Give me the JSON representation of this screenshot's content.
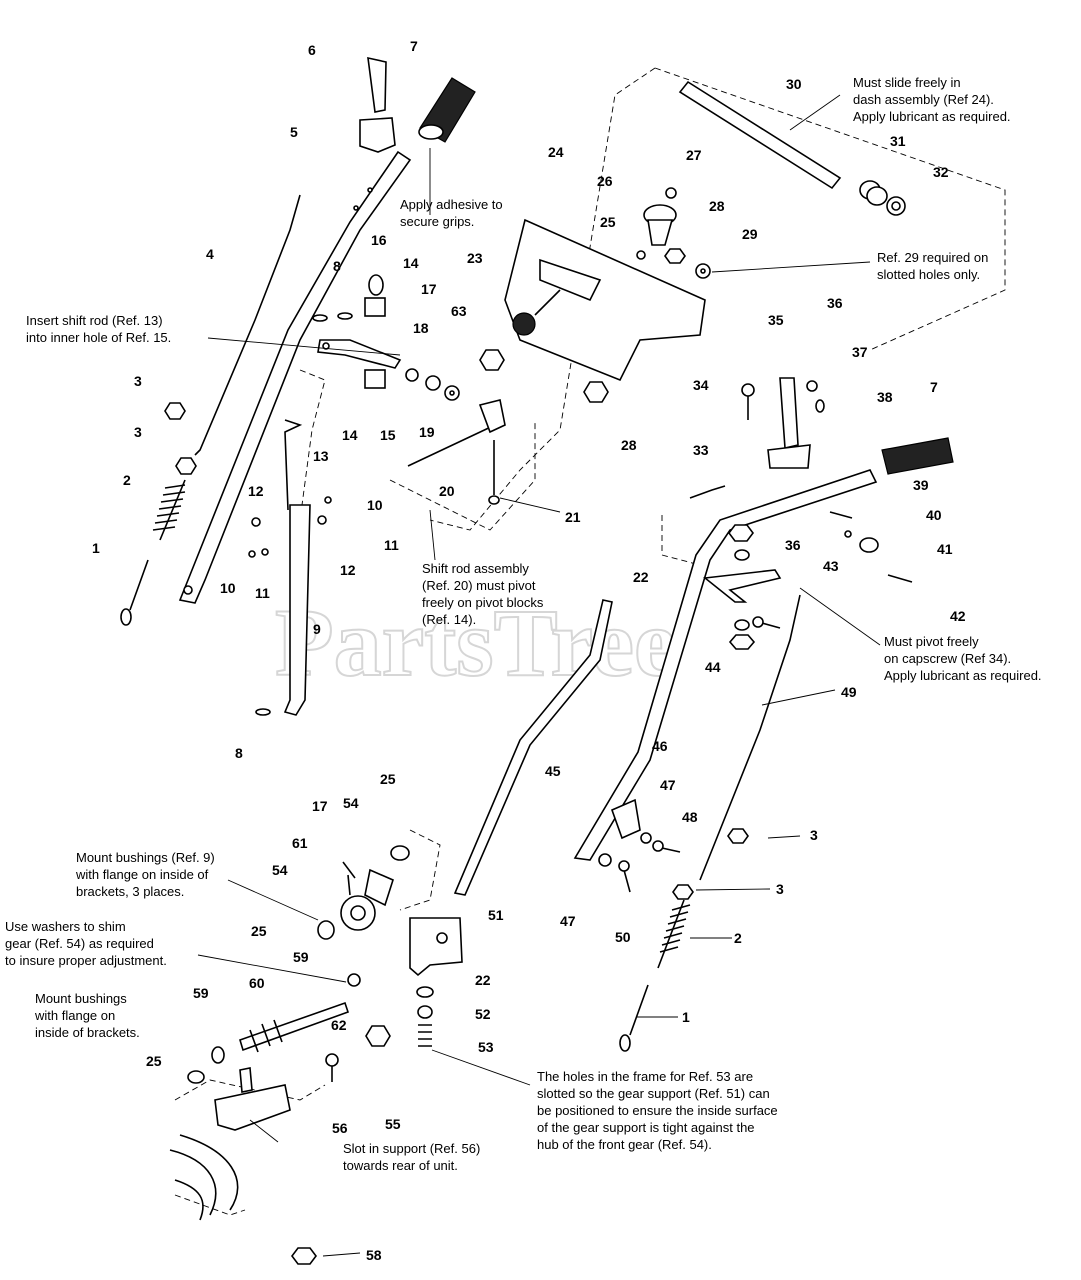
{
  "watermark": "PartsTree",
  "part_numbers": {
    "p1": "1",
    "p2": "2",
    "p3": "3",
    "p4": "4",
    "p5": "5",
    "p6": "6",
    "p7": "7",
    "p8": "8",
    "p9": "9",
    "p10": "10",
    "p11": "11",
    "p12": "12",
    "p13": "13",
    "p14": "14",
    "p15": "15",
    "p16": "16",
    "p17": "17",
    "p18": "18",
    "p19": "19",
    "p20": "20",
    "p21": "21",
    "p22": "22",
    "p23": "23",
    "p24": "24",
    "p25": "25",
    "p26": "26",
    "p27": "27",
    "p28": "28",
    "p29": "29",
    "p30": "30",
    "p31": "31",
    "p32": "32",
    "p33": "33",
    "p34": "34",
    "p35": "35",
    "p36": "36",
    "p37": "37",
    "p38": "38",
    "p39": "39",
    "p40": "40",
    "p41": "41",
    "p42": "42",
    "p43": "43",
    "p44": "44",
    "p45": "45",
    "p46": "46",
    "p47": "47",
    "p48": "48",
    "p49": "49",
    "p50": "50",
    "p51": "51",
    "p52": "52",
    "p53": "53",
    "p54": "54",
    "p55": "55",
    "p56": "56",
    "p58": "58",
    "p59": "59",
    "p60": "60",
    "p61": "61",
    "p62": "62",
    "p63": "63"
  },
  "notes": {
    "adhesive": [
      "Apply adhesive to",
      "secure grips."
    ],
    "shift_insert": [
      "Insert shift rod (Ref. 13)",
      "into inner hole of Ref. 15."
    ],
    "slide_dash": [
      "Must slide freely in",
      "dash assembly (Ref 24).",
      "Apply lubricant as required."
    ],
    "ref29": [
      "Ref. 29 required on",
      "slotted holes only."
    ],
    "pivot_capscrew": [
      "Must pivot freely",
      "on capscrew (Ref 34).",
      "Apply lubricant as required."
    ],
    "shift_assembly": [
      "Shift rod assembly",
      "(Ref. 20) must pivot",
      "freely on pivot blocks",
      "(Ref. 14)."
    ],
    "bushings_3": [
      "Mount bushings (Ref. 9)",
      "with flange on inside of",
      "brackets, 3 places."
    ],
    "washers_shim": [
      "Use washers to shim",
      "gear (Ref. 54) as required",
      "to insure proper adjustment."
    ],
    "bushings_flange": [
      "Mount bushings",
      "with flange on",
      "inside of brackets."
    ],
    "slot_support": [
      "Slot in support (Ref. 56)",
      "towards rear of unit."
    ],
    "holes_frame": [
      "The holes in the frame for Ref. 53 are",
      "slotted so the gear support (Ref. 51) can",
      "be positioned to ensure the inside surface",
      "of the gear support is tight against the",
      "hub of the front gear (Ref. 54)."
    ]
  }
}
